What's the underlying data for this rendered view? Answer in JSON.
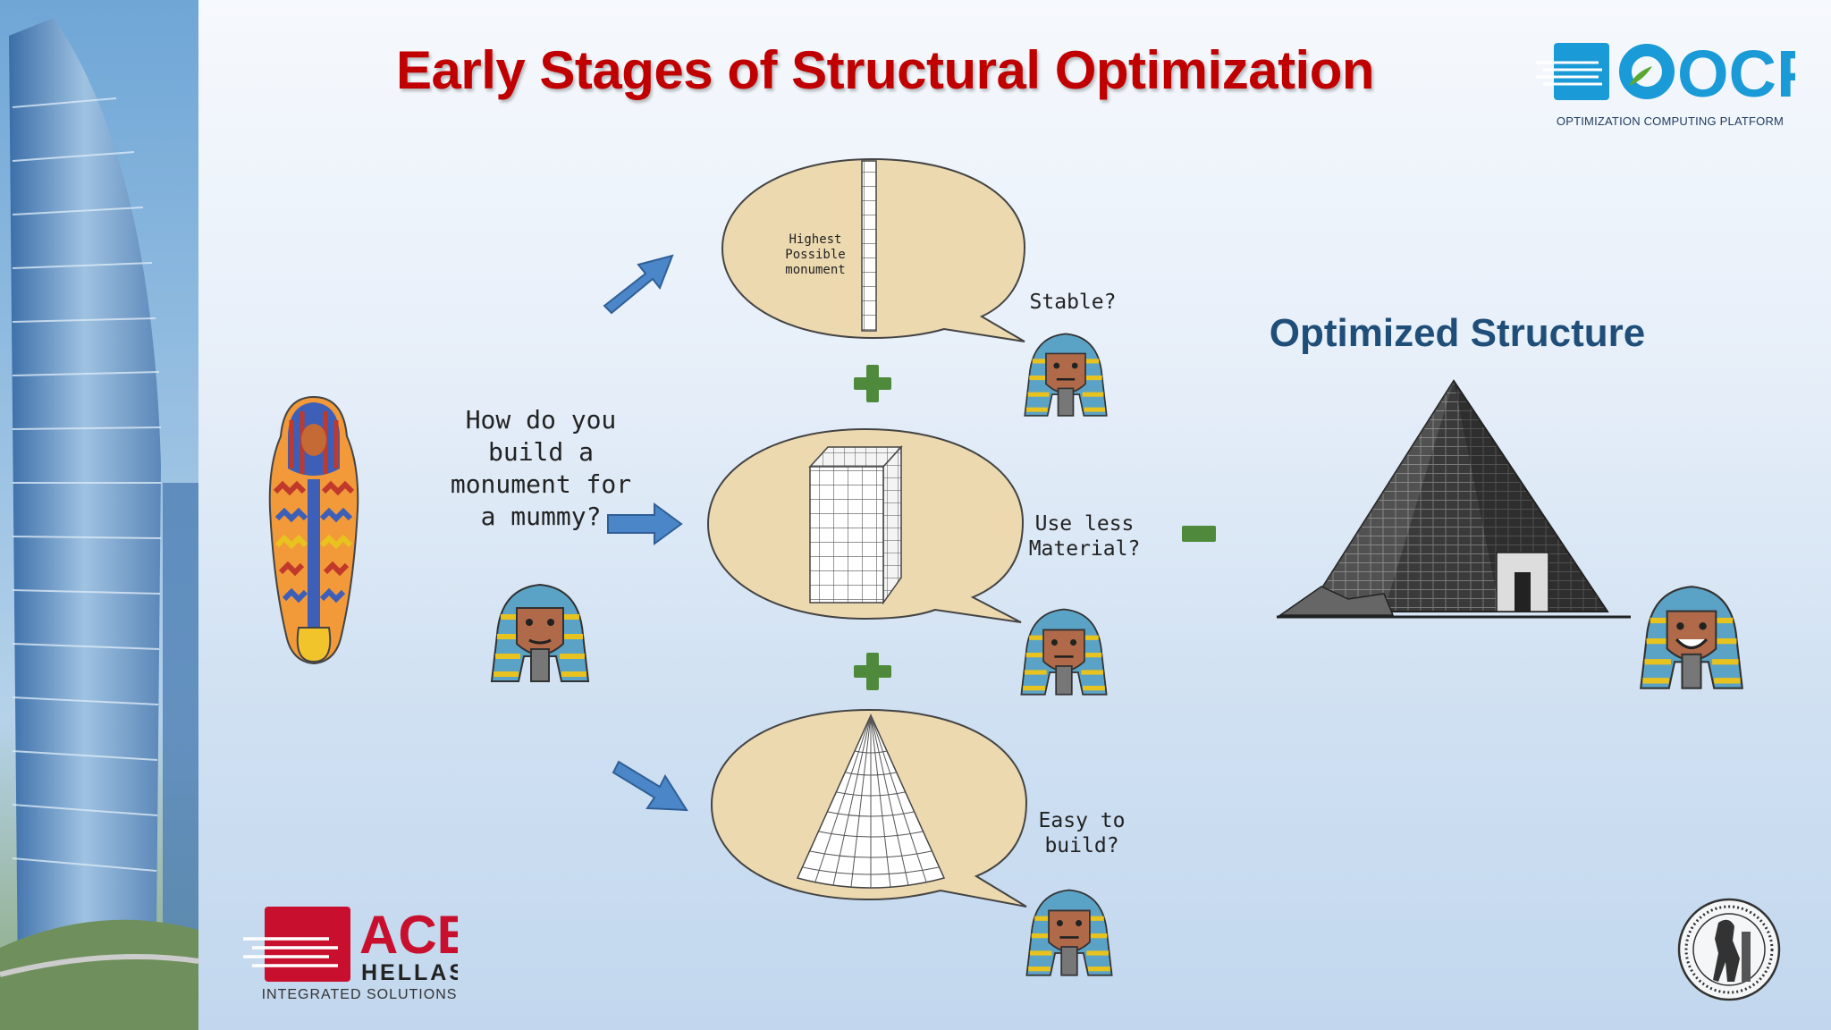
{
  "slide": {
    "title": "Early Stages of Structural Optimization",
    "question": "How do you build a monument for a mummy?",
    "highest_label": "Highest Possible monument",
    "caption_stable": "Stable?",
    "caption_less_material": "Use less Material?",
    "caption_easy": "Easy to build?",
    "optimized_title": "Optimized Structure",
    "plus_symbol": "+",
    "minus_symbol": "−"
  },
  "logos": {
    "ocp_name": "OCP",
    "ocp_subtitle": "OPTIMIZATION COMPUTING PLATFORM",
    "ace_name": "ACE",
    "ace_hellas": "HELLAS",
    "ace_subtitle": "INTEGRATED SOLUTIONS"
  },
  "colors": {
    "title": "#c00000",
    "optimized_title": "#1f4e79",
    "arrow": "#4a86c8",
    "plus_minus": "#4f8a3c",
    "bubble": "#ecd9b0",
    "ocp_blue": "#1a9ad6",
    "ace_red": "#c8102e"
  }
}
